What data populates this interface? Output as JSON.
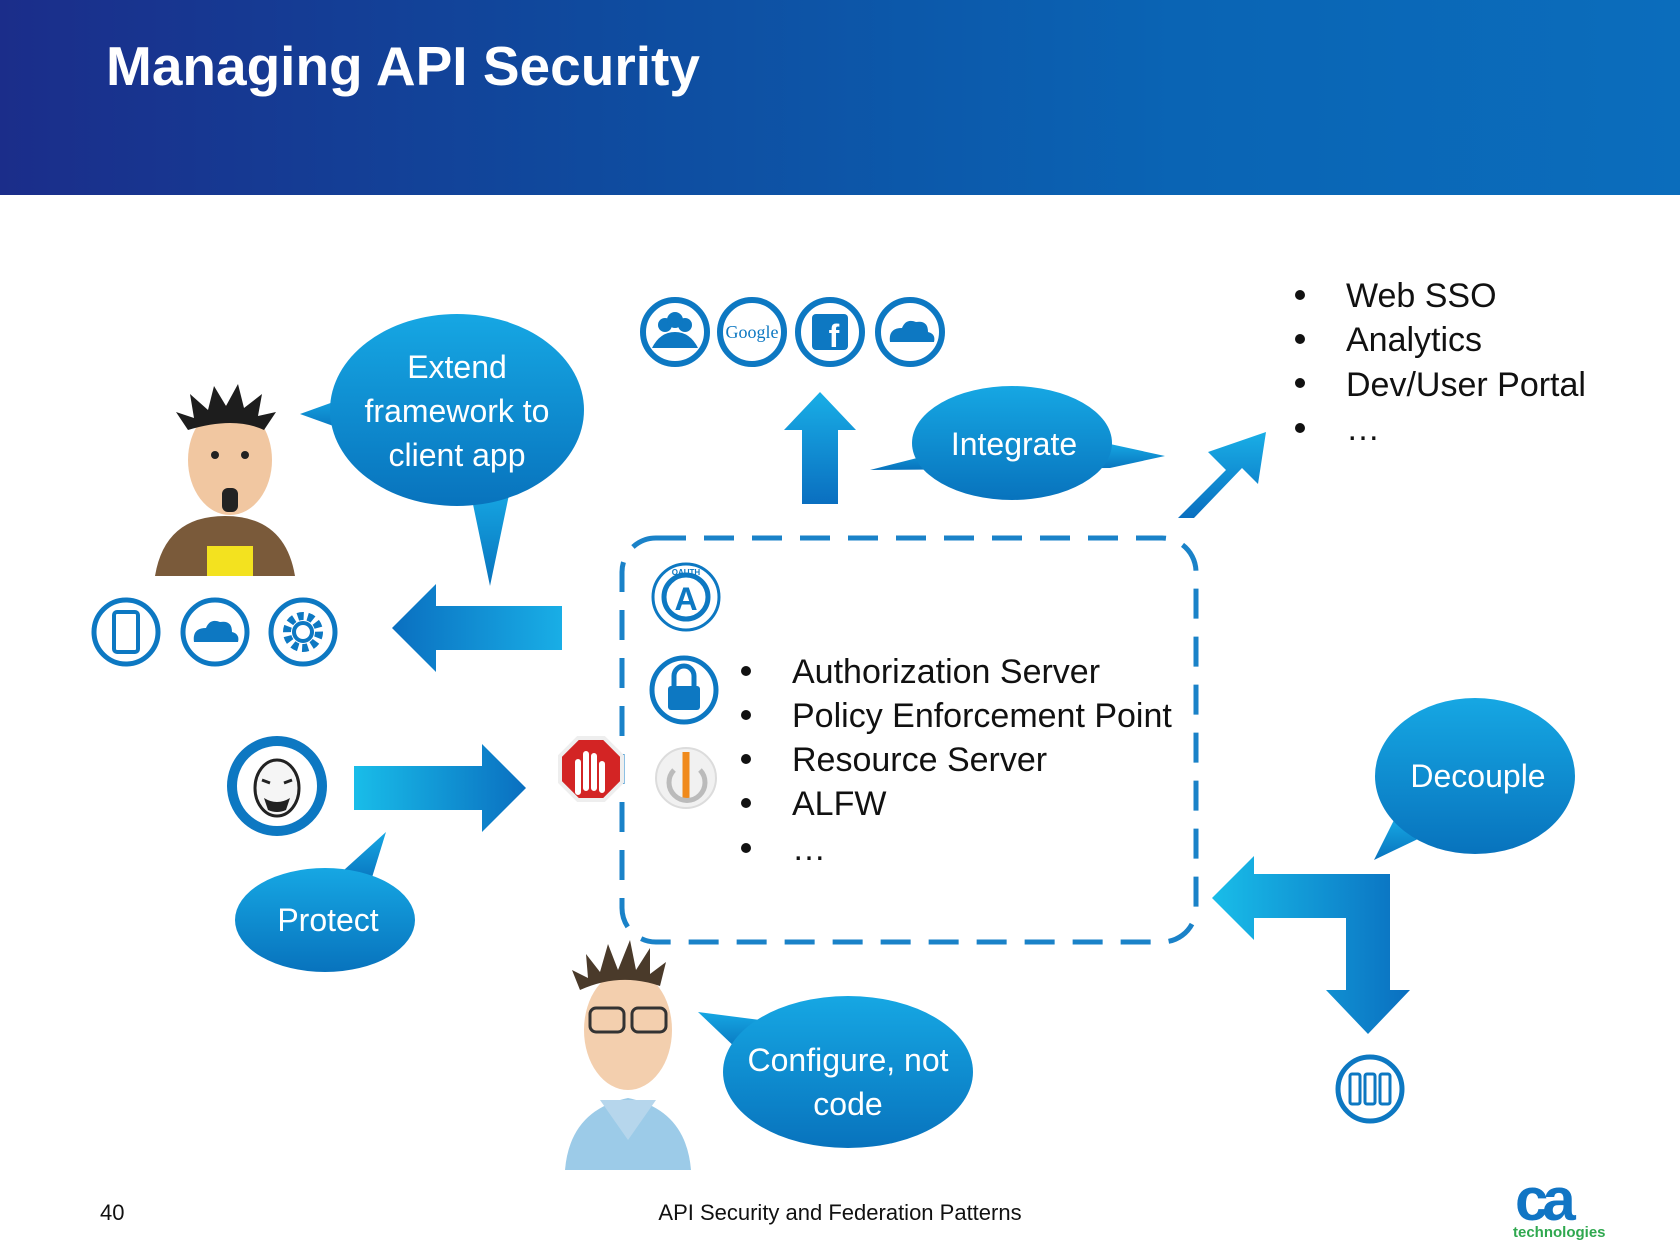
{
  "slide": {
    "title": "Managing API Security",
    "page_number": "40",
    "footer": "API Security and Federation Patterns"
  },
  "bubbles": {
    "extend": [
      "Extend",
      "framework to",
      "client app"
    ],
    "integrate": "Integrate",
    "protect": "Protect",
    "decouple": "Decouple",
    "configure": [
      "Configure, not",
      "code"
    ]
  },
  "top_icons": [
    "users-icon",
    "google-icon",
    "facebook-icon",
    "cloud-icon"
  ],
  "top_icon_google_label": "Google",
  "top_icon_facebook_label": "f",
  "client_icons": [
    "mobile-phone-icon",
    "cloud-icon",
    "gear-icon"
  ],
  "integration_list": [
    "Web SSO",
    "Analytics",
    "Dev/User Portal",
    "…"
  ],
  "server_list": [
    "Authorization Server",
    "Policy Enforcement Point",
    "Resource Server",
    "ALFW",
    "…"
  ],
  "oauth_label": "OAUTH",
  "oauth_letter": "A",
  "logo": {
    "mark": "ca",
    "text": "technologies"
  },
  "colors": {
    "header_dark": "#1b2d8a",
    "header_light": "#0b6dbc",
    "accent": "#0a8fd6",
    "bubble": "#0a86cf",
    "dashed_box": "#1a82c8"
  }
}
